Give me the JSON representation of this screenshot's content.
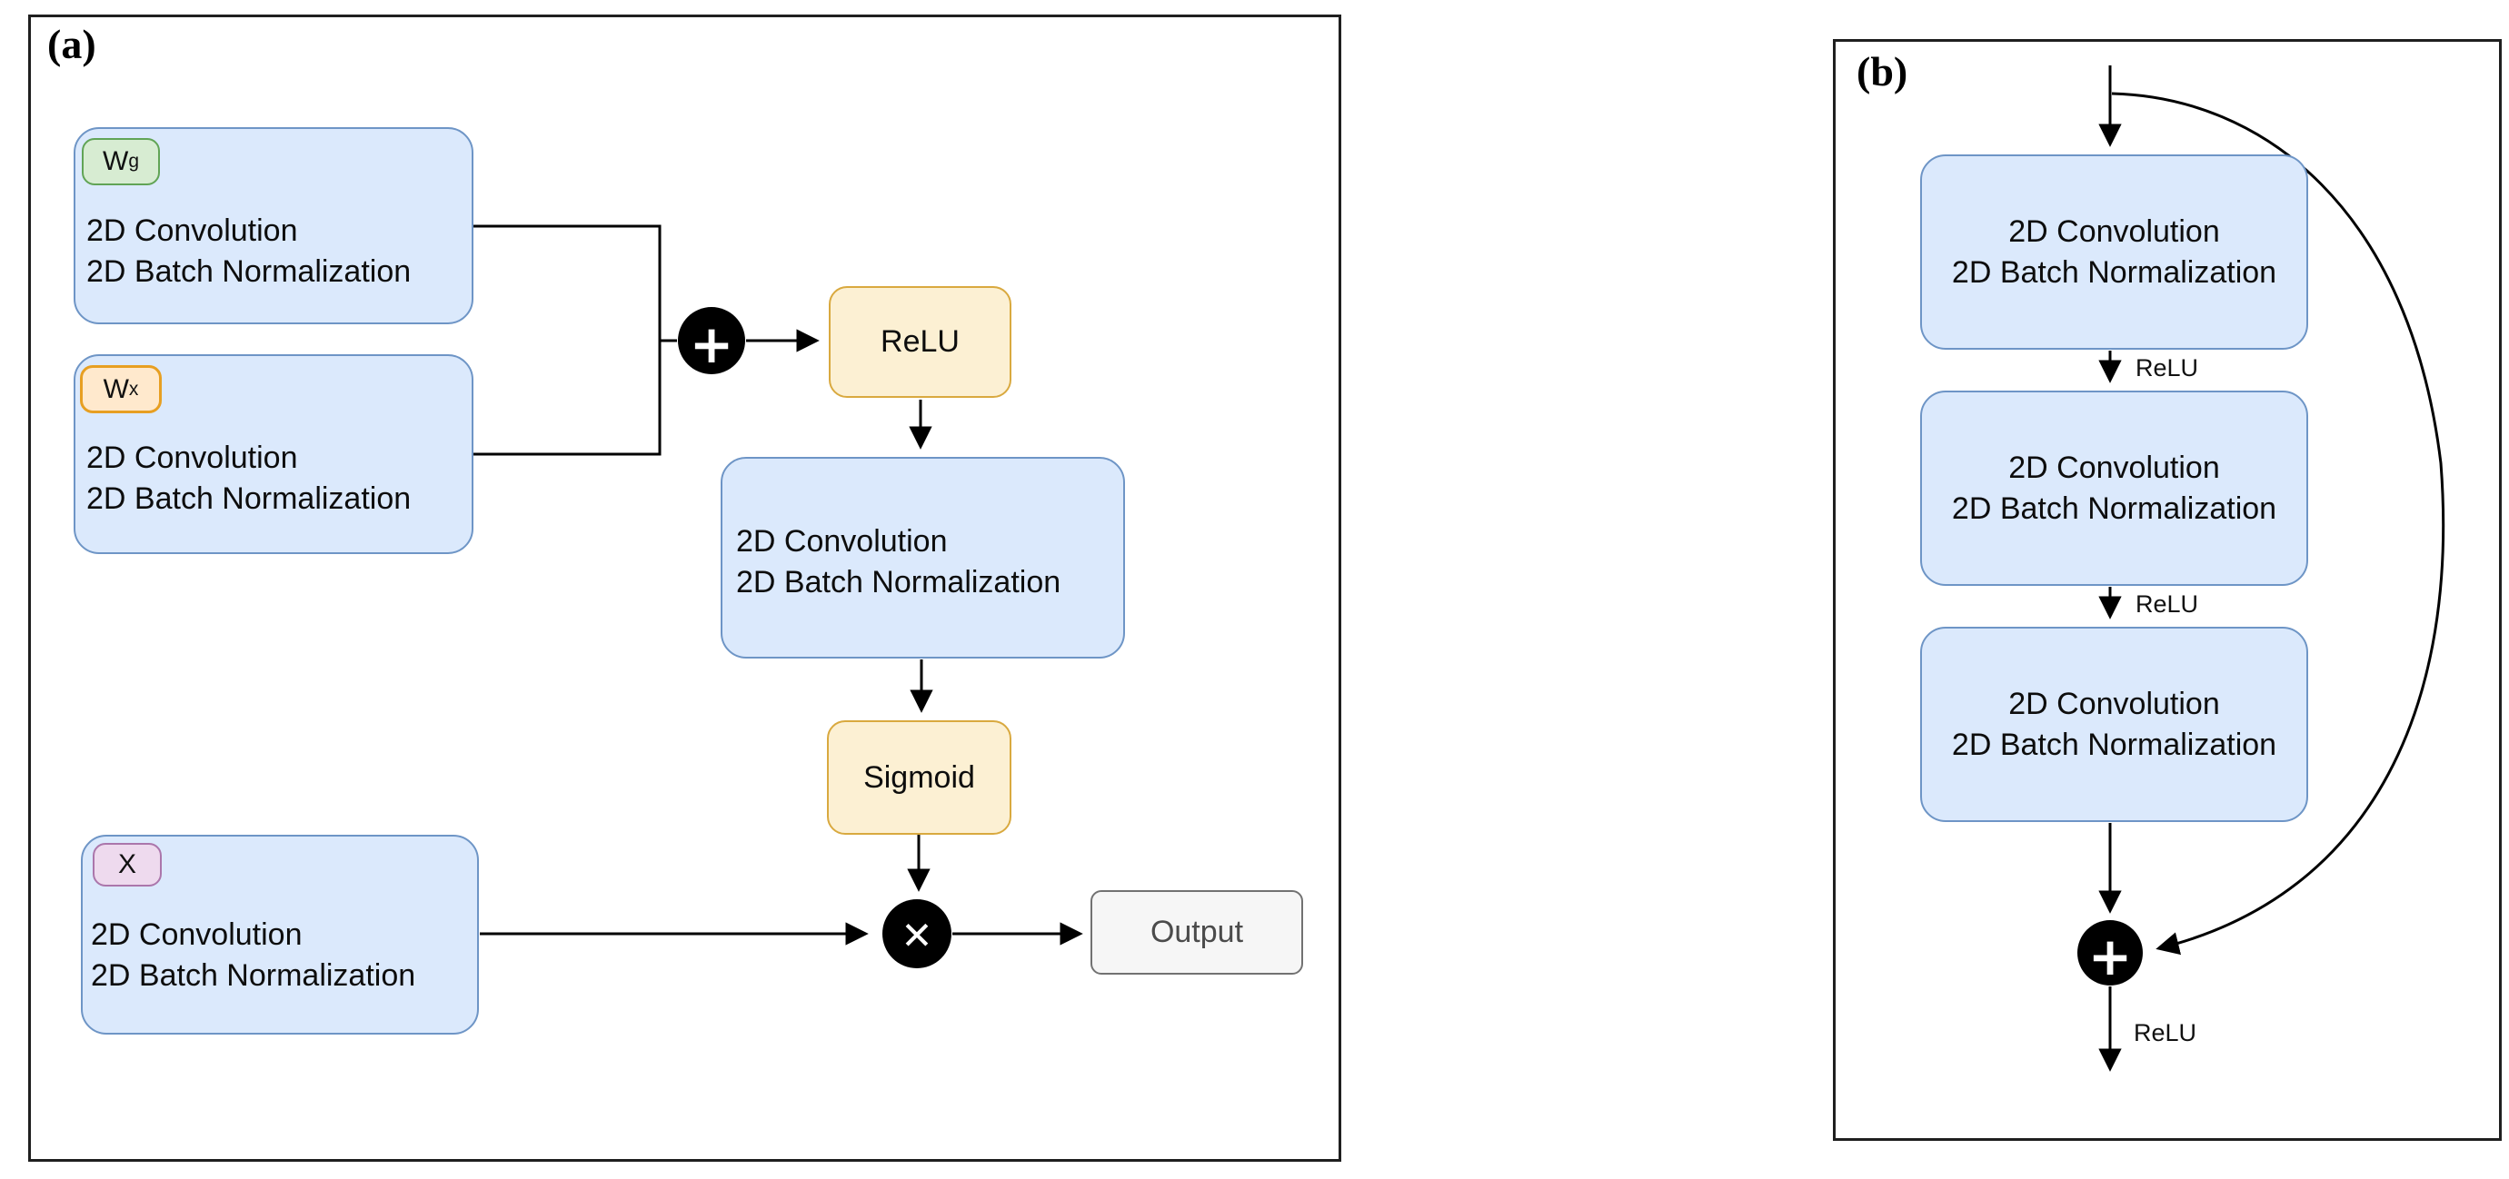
{
  "panel_a": {
    "label": "(a)",
    "wg_block": {
      "tag_main": "W",
      "tag_sub": "g",
      "line1": "2D Convolution",
      "line2": "2D Batch Normalization"
    },
    "wx_block": {
      "tag_main": "W",
      "tag_sub": "x",
      "line1": "2D Convolution",
      "line2": "2D Batch Normalization"
    },
    "x_block": {
      "tag_main": "X",
      "tag_sub": "",
      "line1": "2D Convolution",
      "line2": "2D Batch Normalization"
    },
    "mid_block": {
      "line1": "2D Convolution",
      "line2": "2D Batch Normalization"
    },
    "relu_label": "ReLU",
    "sigmoid_label": "Sigmoid",
    "output_label": "Output",
    "add_operator": "+",
    "multiply_operator": "✕"
  },
  "panel_b": {
    "label": "(b)",
    "blocks": [
      {
        "line1": "2D Convolution",
        "line2": "2D Batch Normalization"
      },
      {
        "line1": "2D Convolution",
        "line2": "2D Batch Normalization"
      },
      {
        "line1": "2D Convolution",
        "line2": "2D Batch Normalization"
      }
    ],
    "relu_label_1": "ReLU",
    "relu_label_2": "ReLU",
    "relu_label_3": "ReLU",
    "add_operator": "+"
  },
  "colors": {
    "conv_block_fill": "#dbe9fc",
    "conv_block_stroke": "#6e95c6",
    "activation_fill": "#fcf0d3",
    "activation_stroke": "#d9a93f",
    "wg_tag_fill": "#d7ecd2",
    "wg_tag_stroke": "#61a456",
    "wx_tag_fill": "#ffe9cd",
    "wx_tag_stroke": "#e79f22",
    "x_tag_fill": "#eedaee",
    "x_tag_stroke": "#ab76ab",
    "output_fill": "#f6f6f6",
    "output_stroke": "#727272",
    "operator_circle": "#000000",
    "line_color": "#000000"
  }
}
